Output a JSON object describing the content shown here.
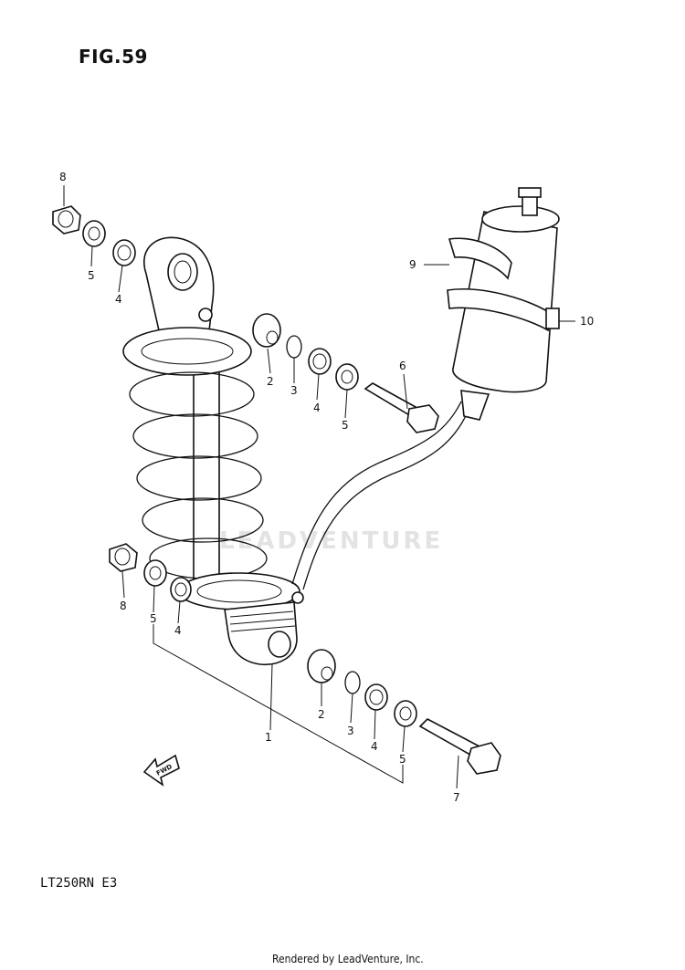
{
  "figure": {
    "title": "FIG.59",
    "model": "LT250RN E3"
  },
  "watermark": {
    "text": "LEADVENTURE"
  },
  "footer": {
    "credit": "Rendered by LeadVenture, Inc."
  },
  "direction_marker": {
    "label": "FWD"
  },
  "callouts": [
    {
      "id": "c8a",
      "label": "8"
    },
    {
      "id": "c5a",
      "label": "5"
    },
    {
      "id": "c4a",
      "label": "4"
    },
    {
      "id": "c2a",
      "label": "2"
    },
    {
      "id": "c3a",
      "label": "3"
    },
    {
      "id": "c4b",
      "label": "4"
    },
    {
      "id": "c5b",
      "label": "5"
    },
    {
      "id": "c6",
      "label": "6"
    },
    {
      "id": "c9",
      "label": "9"
    },
    {
      "id": "c10",
      "label": "10"
    },
    {
      "id": "c8b",
      "label": "8"
    },
    {
      "id": "c5c",
      "label": "5"
    },
    {
      "id": "c4c",
      "label": "4"
    },
    {
      "id": "c1",
      "label": "1"
    },
    {
      "id": "c2b",
      "label": "2"
    },
    {
      "id": "c3b",
      "label": "3"
    },
    {
      "id": "c4d",
      "label": "4"
    },
    {
      "id": "c5d",
      "label": "5"
    },
    {
      "id": "c7",
      "label": "7"
    }
  ]
}
